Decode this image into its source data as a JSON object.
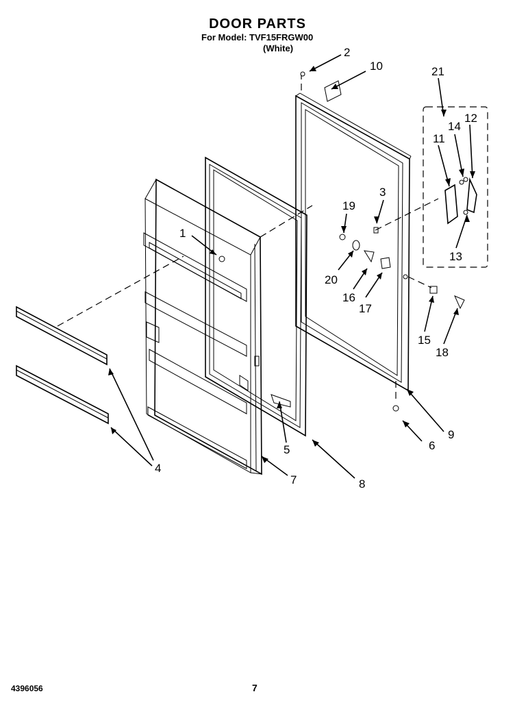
{
  "header": {
    "title": "DOOR PARTS",
    "model_line": "For Model: TVF15FRGW00",
    "color_line": "(White)"
  },
  "footer": {
    "doc_number": "4396056",
    "page_number": "7"
  },
  "callouts": {
    "c1": "1",
    "c2": "2",
    "c3": "3",
    "c4": "4",
    "c5": "5",
    "c6": "6",
    "c7": "7",
    "c8": "8",
    "c9": "9",
    "c10": "10",
    "c11": "11",
    "c12": "12",
    "c13": "13",
    "c14": "14",
    "c15": "15",
    "c16": "16",
    "c17": "17",
    "c18": "18",
    "c19": "19",
    "c20": "20",
    "c21": "21"
  }
}
